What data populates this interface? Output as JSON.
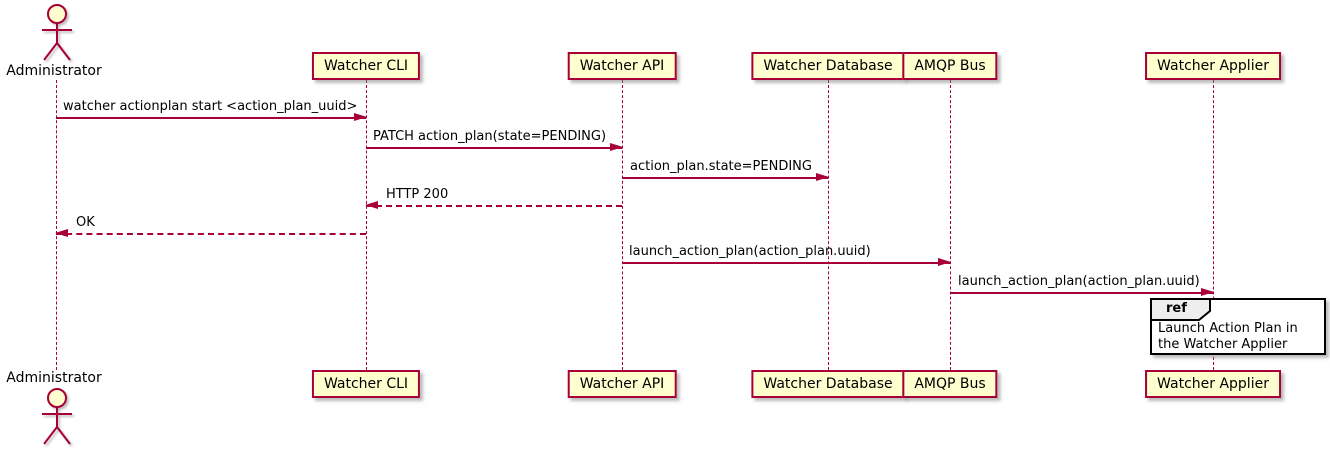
{
  "diagram": {
    "type": "sequence-diagram",
    "actor": {
      "name": "Administrator"
    },
    "participants": [
      {
        "name": "Watcher CLI"
      },
      {
        "name": "Watcher API"
      },
      {
        "name": "Watcher Database"
      },
      {
        "name": "AMQP Bus"
      },
      {
        "name": "Watcher Applier"
      }
    ],
    "messages": [
      {
        "from": "Administrator",
        "to": "Watcher CLI",
        "style": "solid",
        "label": "watcher actionplan start <action_plan_uuid>"
      },
      {
        "from": "Watcher CLI",
        "to": "Watcher API",
        "style": "solid",
        "label": "PATCH action_plan(state=PENDING)"
      },
      {
        "from": "Watcher API",
        "to": "Watcher Database",
        "style": "solid",
        "label": "action_plan.state=PENDING"
      },
      {
        "from": "Watcher API",
        "to": "Watcher CLI",
        "style": "dashed",
        "label": "HTTP 200"
      },
      {
        "from": "Watcher CLI",
        "to": "Administrator",
        "style": "dashed",
        "label": "OK"
      },
      {
        "from": "Watcher API",
        "to": "AMQP Bus",
        "style": "solid",
        "label": "launch_action_plan(action_plan.uuid)"
      },
      {
        "from": "AMQP Bus",
        "to": "Watcher Applier",
        "style": "solid",
        "label": "launch_action_plan(action_plan.uuid)"
      }
    ],
    "ref": {
      "keyword": "ref",
      "text": "Launch Action Plan in the Watcher Applier",
      "over": "Watcher Applier"
    },
    "colors": {
      "participant_fill": "#FEFECE",
      "line": "#A80036",
      "text": "#000000",
      "ref_header_fill": "#EEEEEE",
      "ref_border": "#000000",
      "background": "#FFFFFF"
    }
  }
}
